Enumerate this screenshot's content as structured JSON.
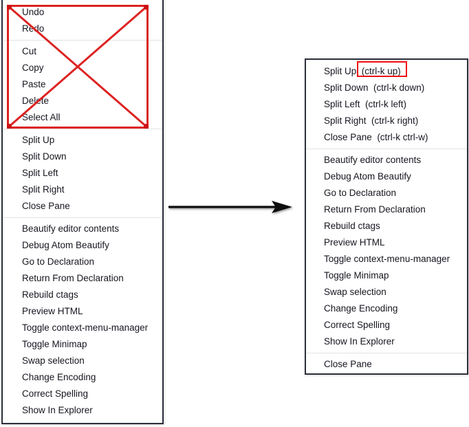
{
  "left_menu": {
    "name": "atom-context-menu-before",
    "groups": [
      {
        "items": [
          {
            "label": "Undo",
            "shortcut": ""
          },
          {
            "label": "Redo",
            "shortcut": ""
          }
        ]
      },
      {
        "items": [
          {
            "label": "Cut",
            "shortcut": ""
          },
          {
            "label": "Copy",
            "shortcut": ""
          },
          {
            "label": "Paste",
            "shortcut": ""
          },
          {
            "label": "Delete",
            "shortcut": ""
          },
          {
            "label": "Select All",
            "shortcut": ""
          }
        ]
      },
      {
        "items": [
          {
            "label": "Split Up",
            "shortcut": ""
          },
          {
            "label": "Split Down",
            "shortcut": ""
          },
          {
            "label": "Split Left",
            "shortcut": ""
          },
          {
            "label": "Split Right",
            "shortcut": ""
          },
          {
            "label": "Close Pane",
            "shortcut": ""
          }
        ]
      },
      {
        "items": [
          {
            "label": "Beautify editor contents",
            "shortcut": ""
          },
          {
            "label": "Debug Atom Beautify",
            "shortcut": ""
          },
          {
            "label": "Go to Declaration",
            "shortcut": ""
          },
          {
            "label": "Return From Declaration",
            "shortcut": ""
          },
          {
            "label": "Rebuild ctags",
            "shortcut": ""
          },
          {
            "label": "Preview HTML",
            "shortcut": ""
          },
          {
            "label": "Toggle context-menu-manager",
            "shortcut": ""
          },
          {
            "label": "Toggle Minimap",
            "shortcut": ""
          },
          {
            "label": "Swap selection",
            "shortcut": ""
          },
          {
            "label": "Change Encoding",
            "shortcut": ""
          },
          {
            "label": "Correct Spelling",
            "shortcut": ""
          },
          {
            "label": "Show In Explorer",
            "shortcut": ""
          }
        ]
      }
    ]
  },
  "right_menu": {
    "name": "atom-context-menu-after",
    "groups": [
      {
        "items": [
          {
            "label": "Split Up",
            "shortcut": "(ctrl-k up)"
          },
          {
            "label": "Split Down",
            "shortcut": "(ctrl-k down)"
          },
          {
            "label": "Split Left",
            "shortcut": "(ctrl-k left)"
          },
          {
            "label": "Split Right",
            "shortcut": "(ctrl-k right)"
          },
          {
            "label": "Close Pane",
            "shortcut": "(ctrl-k ctrl-w)"
          }
        ]
      },
      {
        "items": [
          {
            "label": "Beautify editor contents",
            "shortcut": ""
          },
          {
            "label": "Debug Atom Beautify",
            "shortcut": ""
          },
          {
            "label": "Go to Declaration",
            "shortcut": ""
          },
          {
            "label": "Return From Declaration",
            "shortcut": ""
          },
          {
            "label": "Rebuild ctags",
            "shortcut": ""
          },
          {
            "label": "Preview HTML",
            "shortcut": ""
          },
          {
            "label": "Toggle context-menu-manager",
            "shortcut": ""
          },
          {
            "label": "Toggle Minimap",
            "shortcut": ""
          },
          {
            "label": "Swap selection",
            "shortcut": ""
          },
          {
            "label": "Change Encoding",
            "shortcut": ""
          },
          {
            "label": "Correct Spelling",
            "shortcut": ""
          },
          {
            "label": "Show In Explorer",
            "shortcut": ""
          }
        ]
      },
      {
        "items": [
          {
            "label": "Close Pane",
            "shortcut": ""
          }
        ]
      }
    ]
  },
  "annotations": {
    "strike_out_color": "#dd2222",
    "highlight_color": "#ee1111",
    "arrow_color": "#0a0a0a",
    "strike_out_target": "edit-group-removed",
    "highlight_target": "split-up-shortcut"
  },
  "colors": {
    "menu_background": "#ffffff",
    "menu_border": "#2b2f3a",
    "menu_text": "#15151f",
    "separator": "#e2e2e2"
  }
}
